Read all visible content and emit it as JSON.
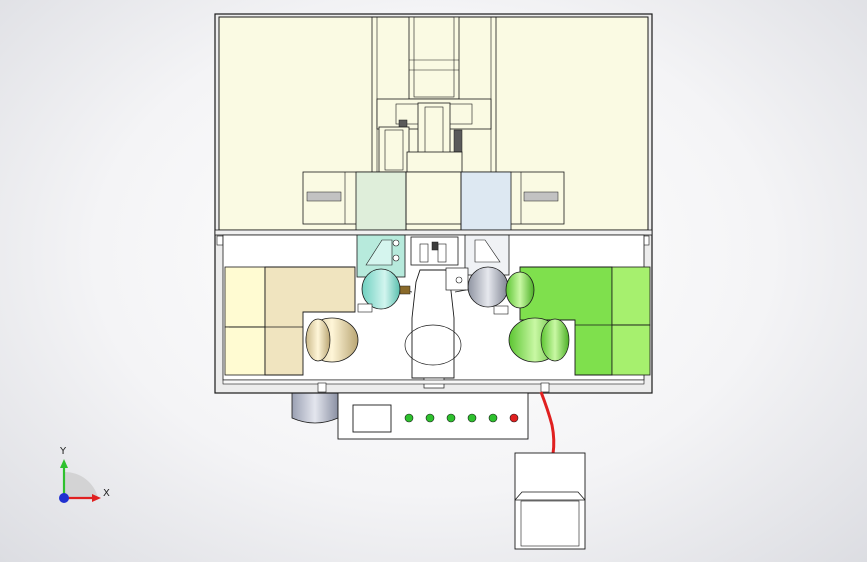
{
  "view": {
    "background_gradient": [
      "#ffffff",
      "#dcdde2"
    ],
    "model_line_color": "#1a1a1a"
  },
  "model": {
    "upper_housing": {
      "fill": "#fafae3"
    },
    "lower_bay": {
      "fill": "#ffffff"
    },
    "left_motor_block": {
      "fill": "#f0e4bf",
      "accent": "#fffbd2"
    },
    "right_motor_block": {
      "fill": "#7fe04d",
      "accent": "#a6f06e"
    },
    "center_left_bracket": {
      "fill": "#c9efe0"
    },
    "center_right_bracket": {
      "fill": "#dde8f2"
    },
    "control_panel": {
      "fill": "#ffffff",
      "indicator_lights": [
        {
          "name": "light-1",
          "color": "#2ec12e"
        },
        {
          "name": "light-2",
          "color": "#2ec12e"
        },
        {
          "name": "light-3",
          "color": "#2ec12e"
        },
        {
          "name": "light-4",
          "color": "#2ec12e"
        },
        {
          "name": "light-5",
          "color": "#2ec12e"
        },
        {
          "name": "light-6",
          "color": "#e02020"
        }
      ]
    },
    "power_cable": {
      "color": "#e02020"
    },
    "power_box": {
      "fill": "#ffffff"
    },
    "cylinder_foot": {
      "fill": "#c8ccd8"
    }
  },
  "triad": {
    "x_label": "X",
    "y_label": "Y",
    "x_color": "#e02020",
    "y_color": "#2ec12e",
    "z_color": "#2030d0"
  }
}
